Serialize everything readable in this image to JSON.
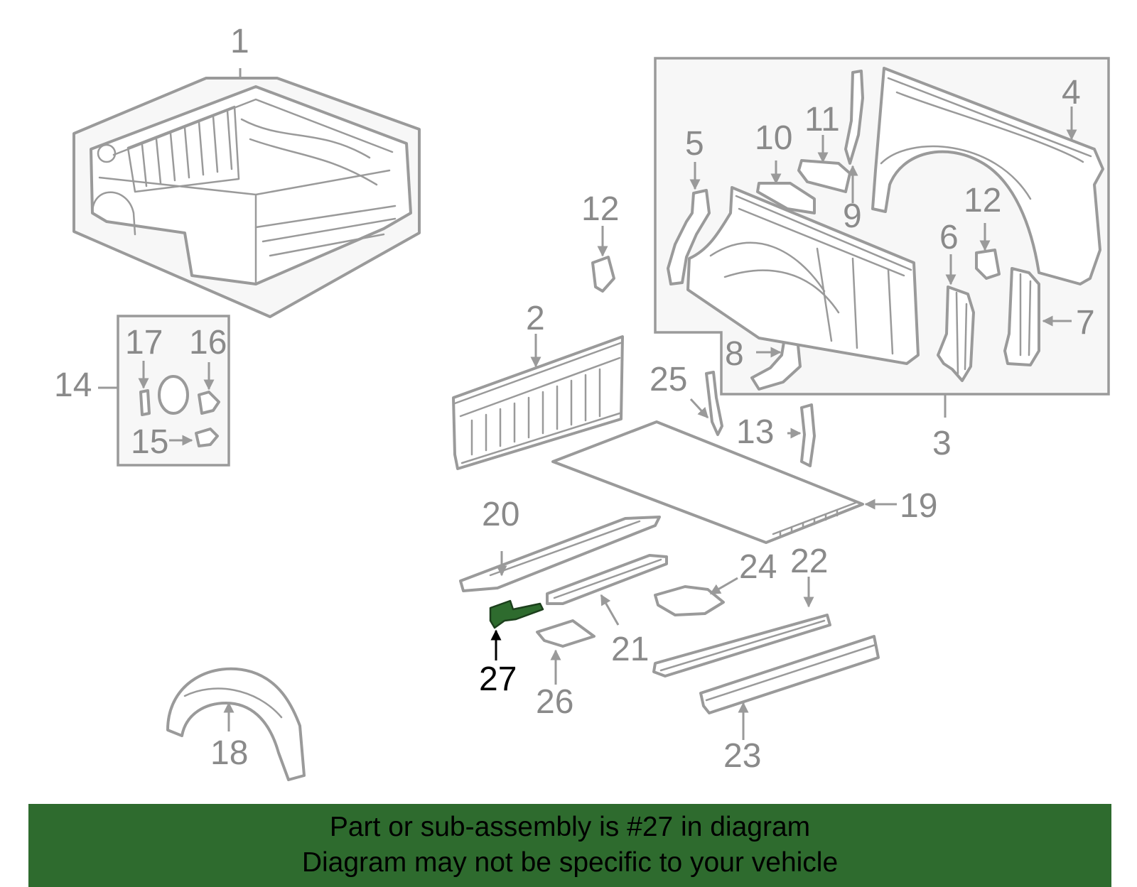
{
  "colors": {
    "highlight": "#2e6b2e",
    "line": "#9a9a9a",
    "label": "#8a8a8a"
  },
  "callouts": {
    "c1": "1",
    "c2": "2",
    "c3": "3",
    "c4": "4",
    "c5": "5",
    "c6": "6",
    "c7": "7",
    "c8": "8",
    "c9": "9",
    "c10": "10",
    "c11": "11",
    "c12a": "12",
    "c12b": "12",
    "c13": "13",
    "c14": "14",
    "c15": "15",
    "c16": "16",
    "c17": "17",
    "c18": "18",
    "c19": "19",
    "c20": "20",
    "c21": "21",
    "c22": "22",
    "c23": "23",
    "c24": "24",
    "c25": "25",
    "c26": "26",
    "c27": "27"
  },
  "highlighted_part": "27",
  "banner": {
    "line1": "Part or sub-assembly is #27 in diagram",
    "line2": "Diagram may not be specific to your vehicle"
  }
}
